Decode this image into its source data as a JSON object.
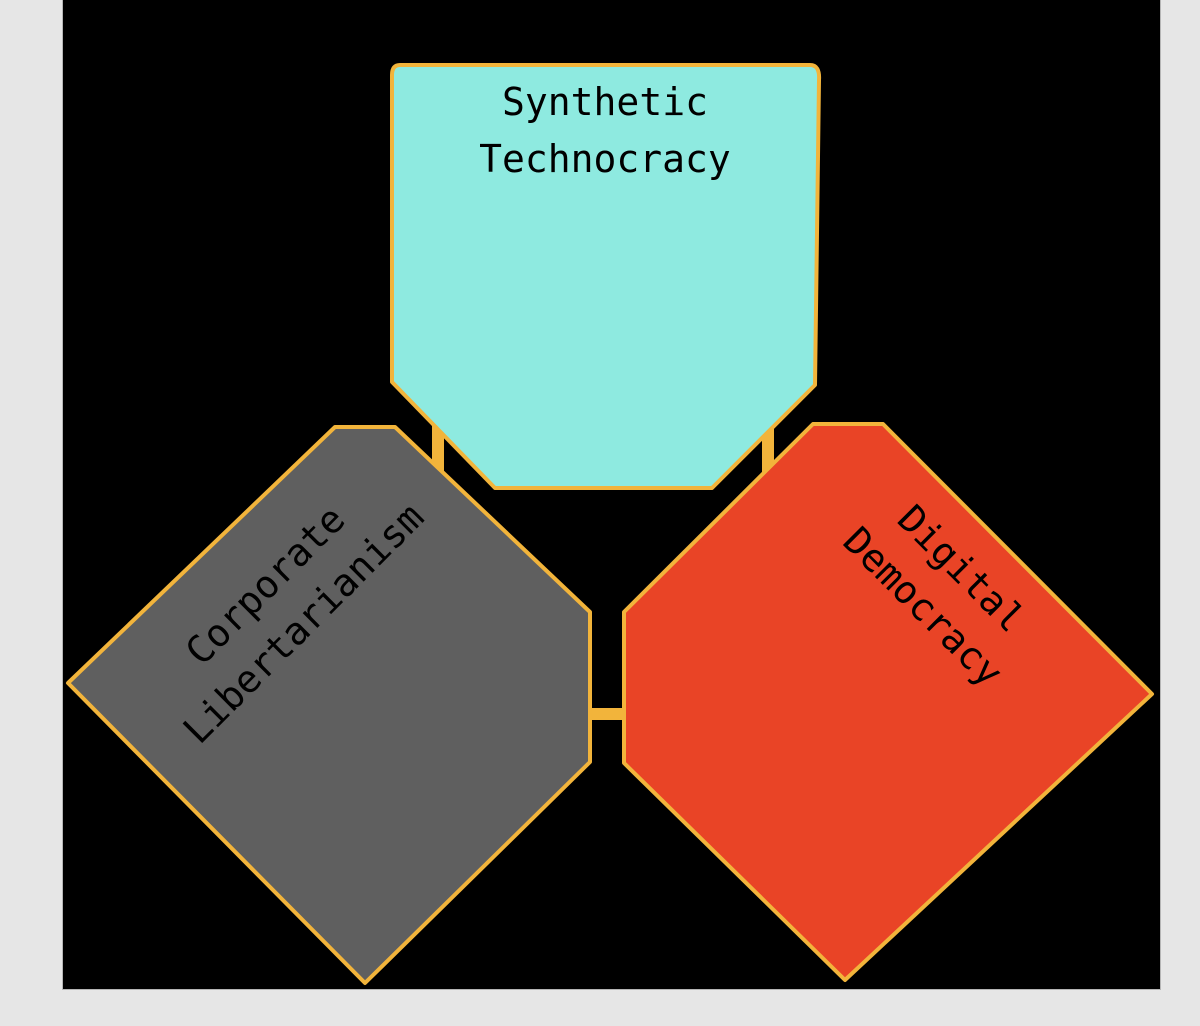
{
  "diagram": {
    "nodes": [
      {
        "id": "synthetic-technocracy",
        "lines": [
          "Synthetic",
          "Technocracy"
        ],
        "fill": "#8eeae0"
      },
      {
        "id": "corporate-libertarianism",
        "lines": [
          "Corporate",
          "Libertarianism"
        ],
        "fill": "#5f5f5f"
      },
      {
        "id": "digital-democracy",
        "lines": [
          "Digital",
          "Democracy"
        ],
        "fill": "#e94426"
      }
    ],
    "border_color": "#f2b43b",
    "canvas_color": "#000000",
    "page_color": "#e6e6e6"
  }
}
